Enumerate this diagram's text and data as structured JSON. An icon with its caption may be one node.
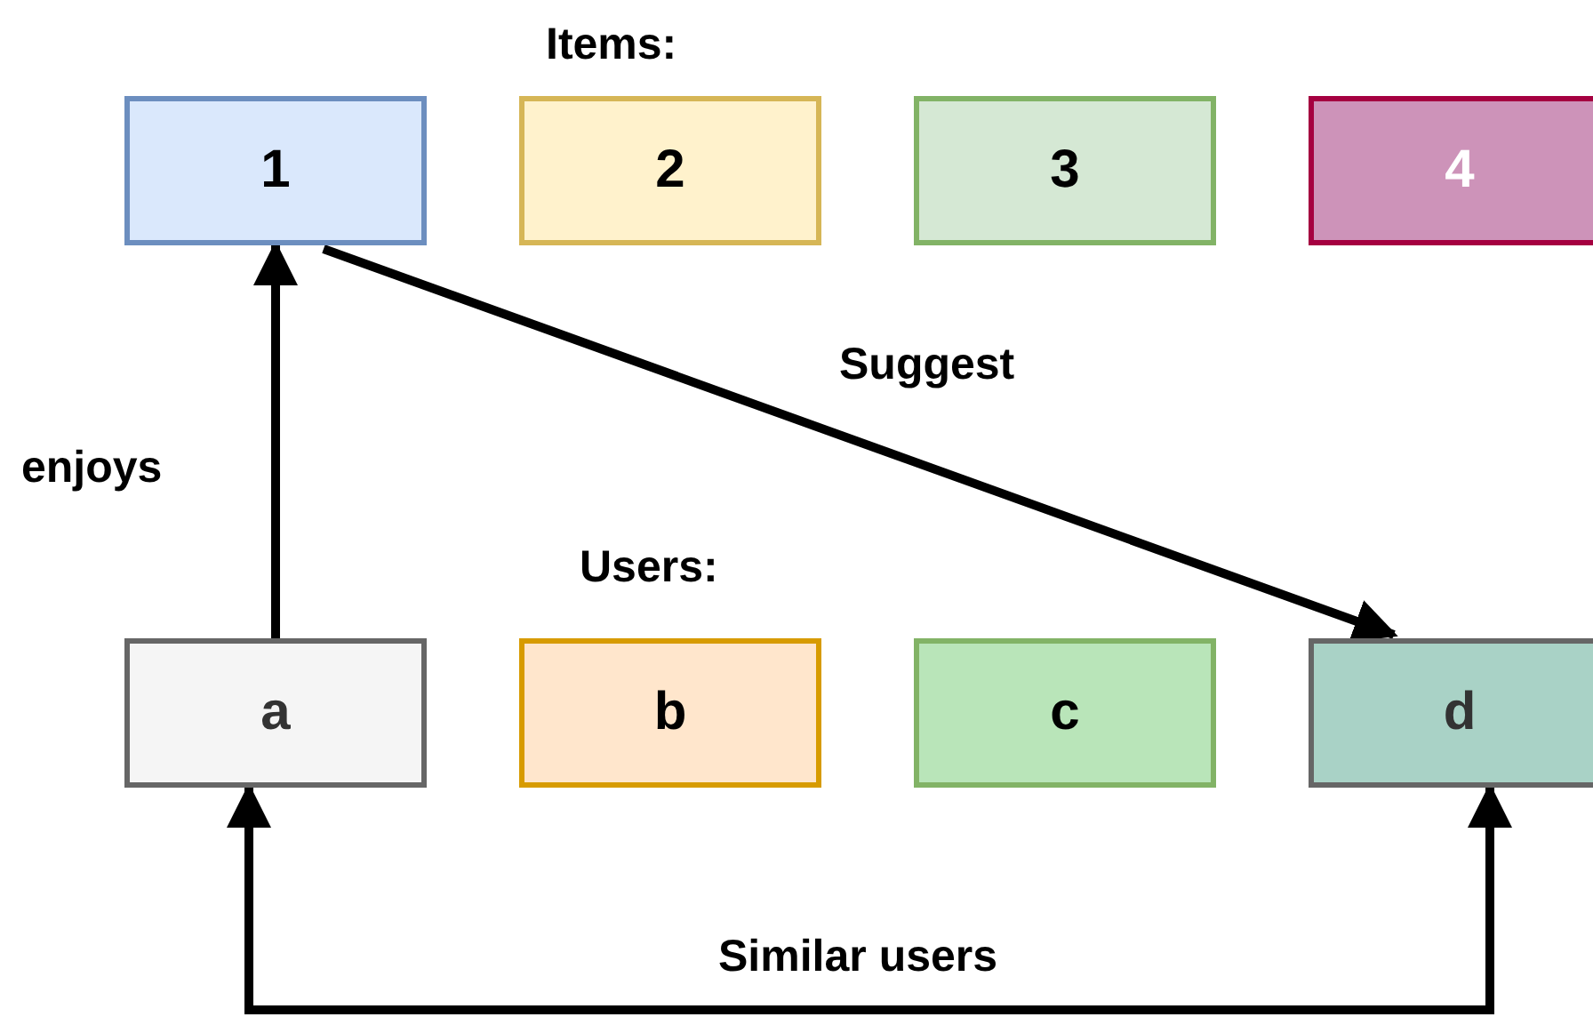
{
  "diagram": {
    "nodes": [
      {
        "text": [
          "1"
        ]
      },
      {
        "text": [
          "2"
        ]
      },
      {
        "text": [
          "3"
        ]
      },
      {
        "text": [
          "4"
        ]
      },
      {
        "text": [
          "a"
        ]
      },
      {
        "text": [
          "b"
        ]
      },
      {
        "text": [
          "c"
        ]
      },
      {
        "text": [
          "d"
        ]
      }
    ],
    "edges": [
      {
        "from": 4,
        "to": 0,
        "arrow": "to",
        "label": "enjoys"
      },
      {
        "from": 0,
        "to": 7,
        "arrow": "to",
        "label": "Suggest"
      },
      {
        "from": 7,
        "to": 4,
        "arrow": "both",
        "label": "Similar users"
      }
    ],
    "labels": [
      "Items:",
      "Users:"
    ]
  }
}
